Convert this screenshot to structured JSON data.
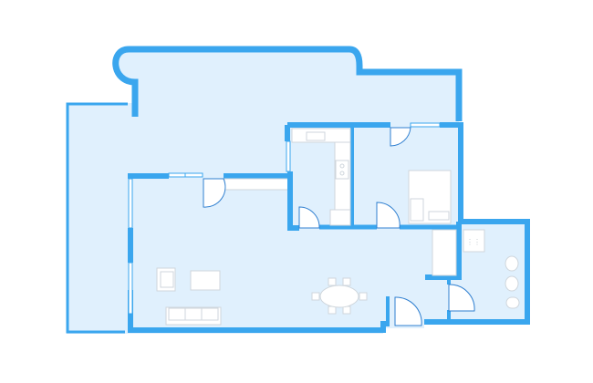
{
  "plan": {
    "colors": {
      "wall": "#3aa6ee",
      "floor": "#e0f0fd",
      "background": "#ffffff",
      "furniture": "#cfd6dc",
      "door_swing": "#2f7fd0"
    },
    "rooms": [
      "terrace",
      "living-room",
      "kitchen",
      "bedroom",
      "bathroom",
      "hallway"
    ]
  }
}
